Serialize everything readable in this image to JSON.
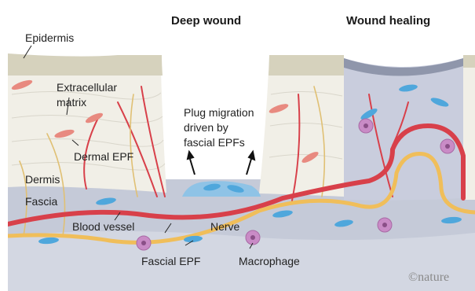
{
  "headings": {
    "deep_wound": "Deep wound",
    "wound_healing": "Wound healing"
  },
  "labels": {
    "epidermis": "Epidermis",
    "extracellular_matrix": "Extracellular\nmatrix",
    "dermal_epf": "Dermal EPF",
    "dermis": "Dermis",
    "fascia": "Fascia",
    "blood_vessel": "Blood vessel",
    "nerve": "Nerve",
    "fascial_epf": "Fascial EPF",
    "macrophage": "Macrophage",
    "plug_migration": "Plug migration\ndriven by\nfascial EPFs"
  },
  "credit": "©nature",
  "colors": {
    "epidermis": "#d6d2bd",
    "dermis": "#f1efe7",
    "fascia": "#c5cad8",
    "healing_tissue": "#c9cddd",
    "scar_cap": "#8f96ab",
    "blood_vessel": "#d8404a",
    "nerve": "#f0be5a",
    "dermal_epf": "#e88a80",
    "fascial_epf": "#4fa7dc",
    "macrophage": "#c98bc6"
  }
}
